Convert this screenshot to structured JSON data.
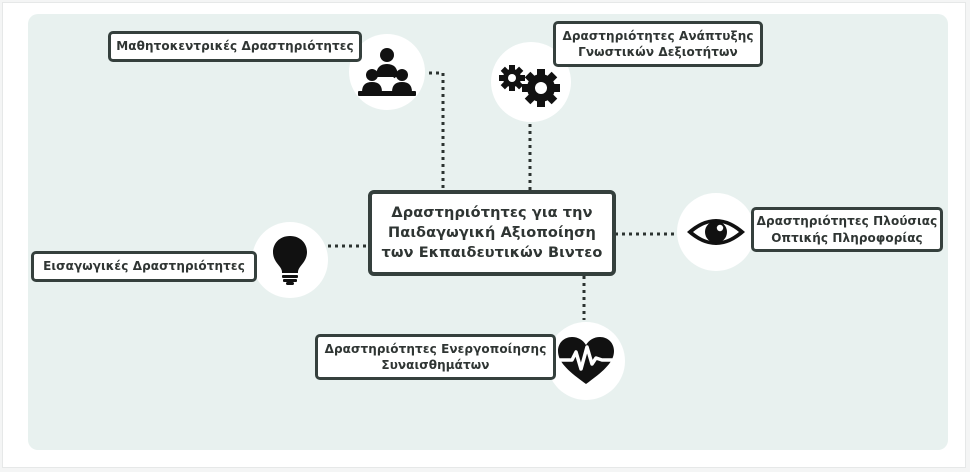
{
  "center": {
    "lines": [
      "Δραστηριότητες για την",
      "Παιδαγωγική Αξιοποίηση",
      "των Εκπαιδευτικών Βιντεο"
    ]
  },
  "nodes": {
    "learner": {
      "lines": [
        "Μαθητοκεντρικές Δραστηριότητες"
      ],
      "icon": "teacher-students-icon"
    },
    "cognitive": {
      "lines": [
        "Δραστηριότητες Ανάπτυξης",
        "Γνωστικών Δεξιοτήτων"
      ],
      "icon": "gears-icon"
    },
    "visual": {
      "lines": [
        "Δραστηριότητες Πλούσιας",
        "Οπτικής Πληροφορίας"
      ],
      "icon": "eye-icon"
    },
    "intro": {
      "lines": [
        "Εισαγωγικές Δραστηριότητες"
      ],
      "icon": "lightbulb-icon"
    },
    "emotion": {
      "lines": [
        "Δραστηριότητες Ενεργοποίησης",
        "Συναισθημάτων"
      ],
      "icon": "heartbeat-icon"
    }
  },
  "colors": {
    "panel": "#e8f1ef",
    "border": "#35403d",
    "icon": "#111111",
    "connector": "#2b3330"
  }
}
